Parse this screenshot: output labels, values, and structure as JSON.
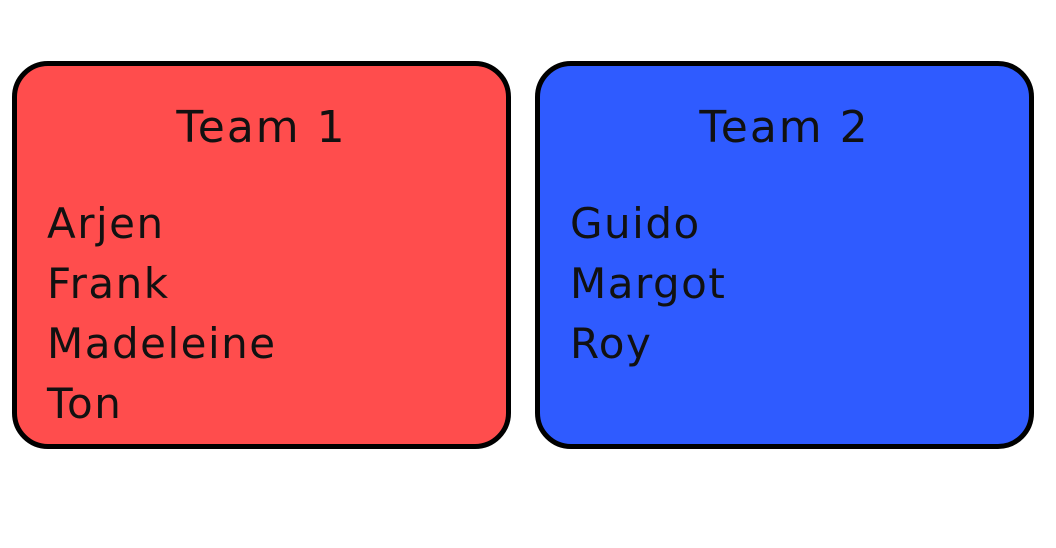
{
  "colors": {
    "team_1_background": "#ff4d4d",
    "team_2_background": "#2f5bff",
    "border": "#000000",
    "text": "#111111"
  },
  "teams": [
    {
      "title": "Team 1",
      "members": [
        "Arjen",
        "Frank",
        "Madeleine",
        "Ton"
      ]
    },
    {
      "title": "Team 2",
      "members": [
        "Guido",
        "Margot",
        "Roy"
      ]
    }
  ]
}
